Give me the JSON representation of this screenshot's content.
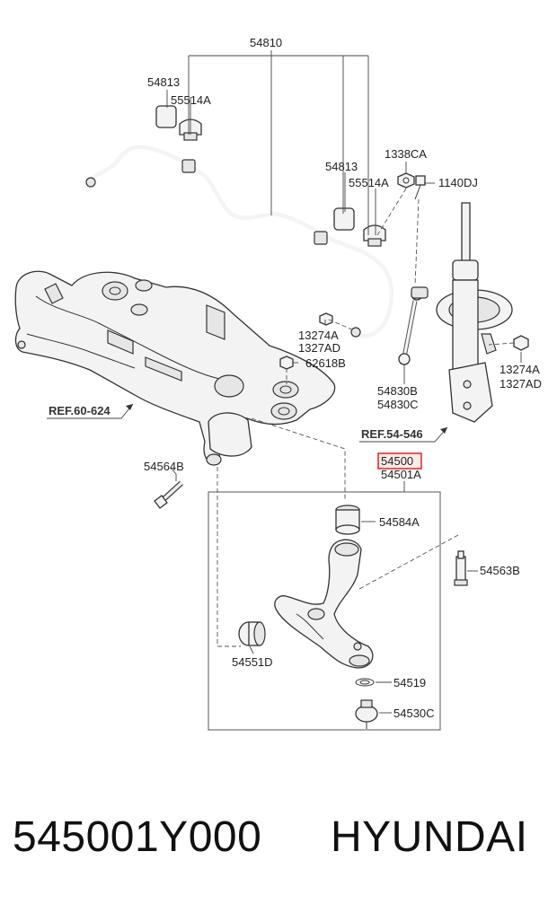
{
  "labels": {
    "l54810": "54810",
    "l54813a": "54813",
    "l55514a_a": "55514A",
    "l54813b": "54813",
    "l1338ca": "1338CA",
    "l55514a_b": "55514A",
    "l1140dj": "1140DJ",
    "l13274a_a": "13274A",
    "l1327ad_a": "1327AD",
    "l62618b": "62618B",
    "l54830b": "54830B",
    "l54830c": "54830C",
    "l13274a_b": "13274A",
    "l1327ad_b": "1327AD",
    "ref60": "REF.60-624",
    "ref54": "REF.54-546",
    "l54564b": "54564B",
    "l54500": "54500",
    "l54501a": "54501A",
    "l54584a": "54584A",
    "l54563b": "54563B",
    "l54551d": "54551D",
    "l54519": "54519",
    "l54530c": "54530C"
  },
  "footer": {
    "part_number": "545001Y000",
    "brand": "HYUNDAI"
  },
  "colors": {
    "highlight": "#e02020",
    "line": "#333333"
  }
}
